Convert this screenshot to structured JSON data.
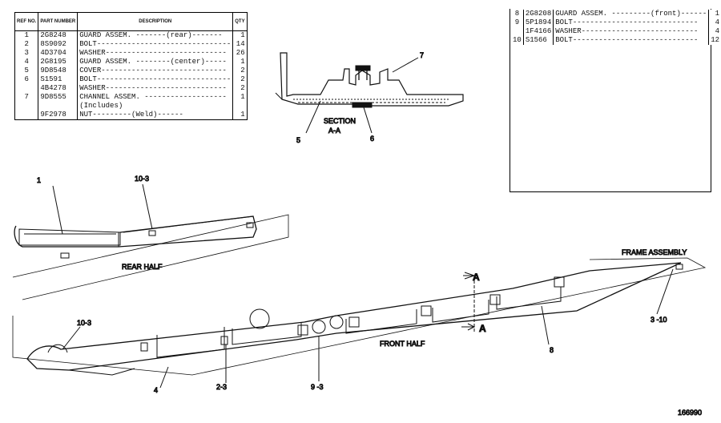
{
  "left_table": {
    "headers": [
      "REF NO.",
      "PART NUMBER",
      "DESCRIPTION",
      "QTY"
    ],
    "rows": [
      {
        "ref": "1",
        "pn": "2G8248",
        "desc": "GUARD ASSEM. -------(rear)-------",
        "qty": "1"
      },
      {
        "ref": "2",
        "pn": "8S9092",
        "desc": "BOLT-------------------------------",
        "qty": "14"
      },
      {
        "ref": "3",
        "pn": "4D3704",
        "desc": "WASHER----------------------------",
        "qty": "26"
      },
      {
        "ref": "4",
        "pn": "2G8195",
        "desc": "GUARD ASSEM. --------(center)-----",
        "qty": "1"
      },
      {
        "ref": "5",
        "pn": "9D8548",
        "desc": "COVER-----------------------------",
        "qty": "2"
      },
      {
        "ref": "6",
        "pn": "S1591",
        "desc": "BOLT-------------------------------",
        "qty": "2"
      },
      {
        "ref": "",
        "pn": "4B4278",
        "desc": "WASHER----------------------------",
        "qty": "2"
      },
      {
        "ref": "7",
        "pn": "9D8555",
        "desc": "CHANNEL ASSEM. -------------------",
        "qty": "1"
      },
      {
        "ref": "",
        "pn": "",
        "desc": "   (Includes)",
        "qty": ""
      },
      {
        "ref": "",
        "pn": "9F2978",
        "desc": "   NUT---------(Weld)------",
        "qty": "1"
      }
    ]
  },
  "right_table": {
    "rows": [
      {
        "ref": "8",
        "pn": "2G8208",
        "desc": "GUARD ASSEM. ---------(front)------",
        "qty": "1"
      },
      {
        "ref": "9",
        "pn": "5P1894",
        "desc": "BOLT-----------------------------",
        "qty": "4"
      },
      {
        "ref": "",
        "pn": "1F4166",
        "desc": "WASHER---------------------------",
        "qty": "4"
      },
      {
        "ref": "10",
        "pn": "S1566",
        "desc": "BOLT-----------------------------",
        "qty": "12"
      }
    ]
  },
  "callouts": {
    "c1": "1",
    "c10_3_top": "10-3",
    "c7": "7",
    "c5": "5",
    "c6": "6",
    "section": "SECTION",
    "section_aa": "A-A",
    "rear_half": "REAR HALF",
    "frame_assembly": "FRAME ASSEMBLY",
    "a_upper": "A",
    "a_lower": "A",
    "c10_3_left": "10-3",
    "c3_10": "3 -10",
    "front_half": "FRONT HALF",
    "c8": "8",
    "c4": "4",
    "c2_3": "2-3",
    "c9_3": "9 -3",
    "figure_number": "166990"
  }
}
